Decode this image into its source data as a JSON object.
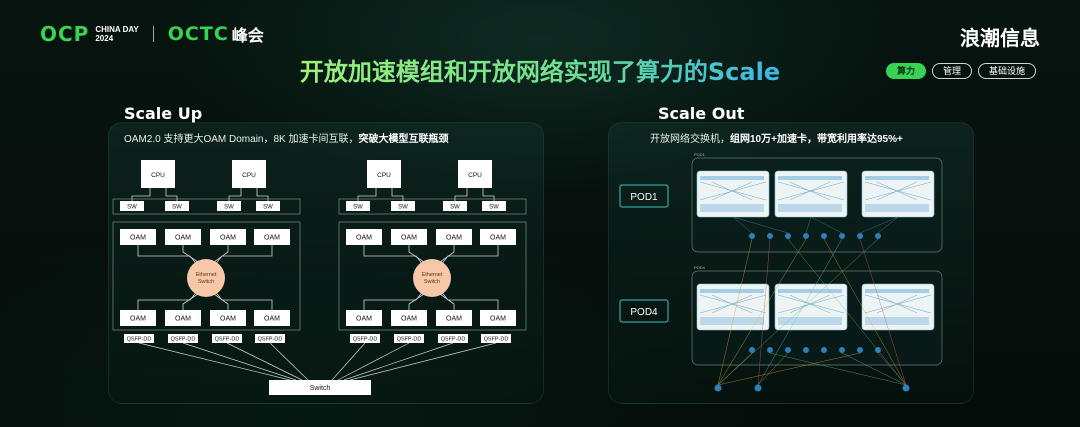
{
  "header": {
    "ocp": "OCP",
    "china_day": "CHINA DAY",
    "year": "2024",
    "octc": "OCTC",
    "summit": "峰会",
    "brand": "浪潮信息"
  },
  "title": "开放加速模组和开放网络实现了算力的Scale",
  "tabs": [
    {
      "label": "算力",
      "active": true
    },
    {
      "label": "管理",
      "active": false
    },
    {
      "label": "基础设施",
      "active": false
    }
  ],
  "scale_up": {
    "title": "Scale Up",
    "desc_plain": "OAM2.0 支持更大OAM Domain，8K 加速卡间互联，",
    "desc_bold": "突破大模型互联瓶颈",
    "cpu": "CPU",
    "sw": "SW",
    "oam": "OAM",
    "ethernet": "Ethernet",
    "switch_label": "Switch",
    "qsfp": "QSFP-DD",
    "bottom_switch": "Switch"
  },
  "scale_out": {
    "title": "Scale Out",
    "desc_plain": "开放网络交换机，",
    "desc_bold": "组网10万+加速卡，带宽利用率达95%+",
    "pod1": "POD1",
    "pod4": "POD4"
  },
  "colors": {
    "accent_green": "#39d353",
    "title_gradient_start": "#9df27a",
    "title_gradient_end": "#3ab7e8",
    "switch_fill": "#f6c7a8"
  }
}
